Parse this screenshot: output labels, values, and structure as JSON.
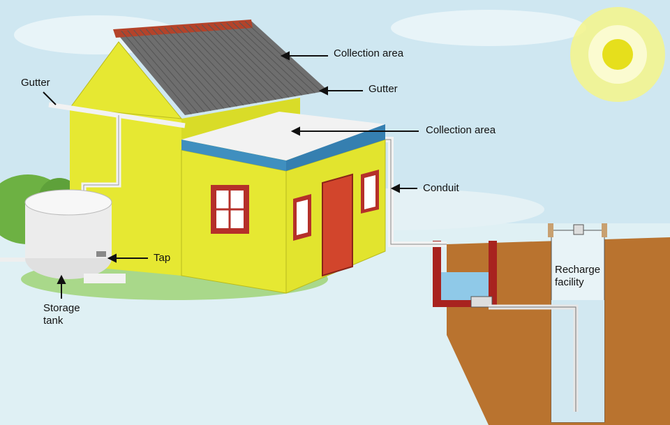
{
  "labels": {
    "gutter_left": "Gutter",
    "gutter_right": "Gutter",
    "collection_area_roof": "Collection area",
    "collection_area_terrace": "Collection area",
    "conduit": "Conduit",
    "tap": "Tap",
    "storage_tank": "Storage tank",
    "recharge_facility": "Recharge facility"
  },
  "colors": {
    "sky": "#bfe0ee",
    "wall": "#e6e832",
    "wall_shade": "#c9cc22",
    "roof": "#6f6f6f",
    "roof_trim": "#b4432a",
    "parapet": "#3f8fbf",
    "door": "#d2452c",
    "window_frame": "#b5302a",
    "tank": "#ececec",
    "soil": "#b9732f",
    "water": "#8fc9e8",
    "grass": "#7cc24a",
    "sun_glow": "#f3f37a",
    "sun": "#e8e21e",
    "pipe": "#f2f2f2"
  }
}
